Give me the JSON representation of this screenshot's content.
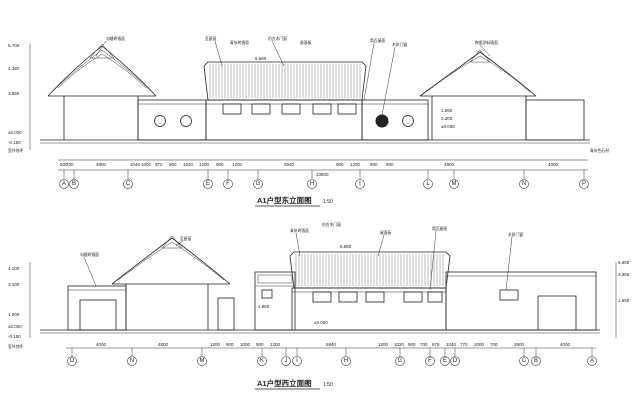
{
  "east": {
    "title": "A1户型东立面图",
    "scale": "1:50",
    "dims": [
      "500",
      "700",
      "3800",
      "1040",
      "1000",
      "970",
      "900",
      "1020",
      "1200",
      "900",
      "1200",
      "5940",
      "900",
      "1200",
      "900",
      "900",
      "4800",
      "4000"
    ],
    "total": "33900",
    "axes": [
      "A",
      "B",
      "C",
      "E",
      "F",
      "G",
      "H",
      "I",
      "L",
      "M",
      "N",
      "P"
    ],
    "levels": [
      "5.700",
      "4.350",
      "3.350",
      "±0.000",
      "-0.150"
    ],
    "small_labels": [
      "5.660",
      "1.650",
      "0.300",
      "±0.000"
    ],
    "annotations": [
      "勾缝砖墙面",
      "瓦屋面",
      "青灰砖墙面",
      "仿古木门窗",
      "屋面板",
      "筒瓦屋面",
      "木质门窗",
      "陶瓷涂料墙面",
      "室外地坪",
      "青灰色石材"
    ]
  },
  "west": {
    "title": "A1户型西立面图",
    "scale": "1:50",
    "dims": [
      "4000",
      "4800",
      "1200",
      "900",
      "1000",
      "900",
      "1200",
      "5940",
      "1200",
      "1020",
      "900",
      "700",
      "975",
      "1040",
      "770",
      "1000",
      "700",
      "3800",
      "4000"
    ],
    "axes": [
      "O",
      "N",
      "M",
      "K",
      "J",
      "I",
      "H",
      "G",
      "F",
      "E",
      "D",
      "C",
      "B",
      "A"
    ],
    "levels": [
      "4.100",
      "3.100",
      "1.000",
      "±0.000",
      "-0.150",
      "5.650",
      "3.350",
      "1.650"
    ],
    "small_labels": [
      "5.660",
      "1.860",
      "±0.000"
    ],
    "annotations": [
      "勾缝砖墙面",
      "瓦屋面",
      "青灰砖墙面",
      "仿古木门窗",
      "屋面板",
      "筒瓦屋面",
      "木质门窗",
      "室外地坪"
    ]
  }
}
